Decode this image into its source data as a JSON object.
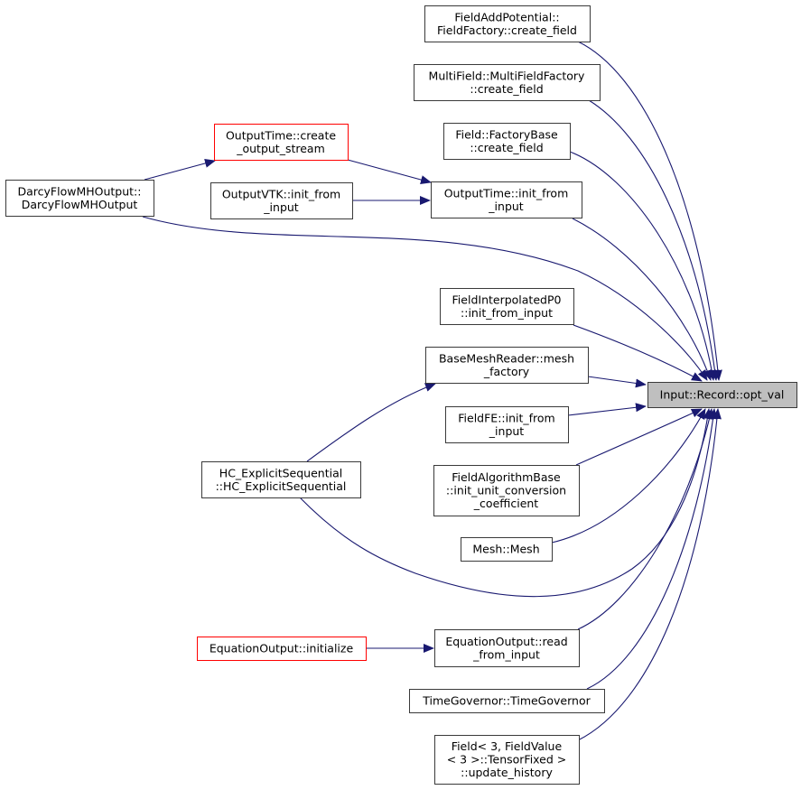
{
  "graph": {
    "title": "Input::Record::opt_val caller graph",
    "edge_color": "#191970",
    "target": {
      "id": "t",
      "lines": [
        "Input::Record::opt_val"
      ]
    },
    "nodes": [
      {
        "id": "n1",
        "lines": [
          "FieldAddPotential::",
          "FieldFactory::create_field"
        ],
        "style": "normal"
      },
      {
        "id": "n2",
        "lines": [
          "MultiField::MultiFieldFactory",
          "::create_field"
        ],
        "style": "normal"
      },
      {
        "id": "n3",
        "lines": [
          "Field::FactoryBase",
          "::create_field"
        ],
        "style": "normal"
      },
      {
        "id": "n4",
        "lines": [
          "OutputTime::init_from",
          "_input"
        ],
        "style": "normal"
      },
      {
        "id": "n5",
        "lines": [
          "OutputTime::create",
          "_output_stream"
        ],
        "style": "truncated"
      },
      {
        "id": "n6",
        "lines": [
          "OutputVTK::init_from",
          "_input"
        ],
        "style": "normal"
      },
      {
        "id": "n7",
        "lines": [
          "DarcyFlowMHOutput::",
          "DarcyFlowMHOutput"
        ],
        "style": "normal"
      },
      {
        "id": "n8",
        "lines": [
          "FieldInterpolatedP0",
          "::init_from_input"
        ],
        "style": "normal"
      },
      {
        "id": "n9",
        "lines": [
          "BaseMeshReader::mesh",
          "_factory"
        ],
        "style": "normal"
      },
      {
        "id": "n10",
        "lines": [
          "FieldFE::init_from",
          "_input"
        ],
        "style": "normal"
      },
      {
        "id": "n11",
        "lines": [
          "FieldAlgorithmBase",
          "::init_unit_conversion",
          "_coefficient"
        ],
        "style": "normal"
      },
      {
        "id": "n12",
        "lines": [
          "Mesh::Mesh"
        ],
        "style": "normal"
      },
      {
        "id": "n13",
        "lines": [
          "HC_ExplicitSequential",
          "::HC_ExplicitSequential"
        ],
        "style": "normal"
      },
      {
        "id": "n14",
        "lines": [
          "EquationOutput::read",
          "_from_input"
        ],
        "style": "normal"
      },
      {
        "id": "n15",
        "lines": [
          "EquationOutput::initialize"
        ],
        "style": "truncated"
      },
      {
        "id": "n16",
        "lines": [
          "TimeGovernor::TimeGovernor"
        ],
        "style": "normal"
      },
      {
        "id": "n17",
        "lines": [
          "Field< 3, FieldValue",
          "< 3 >::TensorFixed >",
          "::update_history"
        ],
        "style": "normal"
      }
    ],
    "edges": [
      {
        "from": "n1",
        "to": "t"
      },
      {
        "from": "n2",
        "to": "t"
      },
      {
        "from": "n3",
        "to": "t"
      },
      {
        "from": "n4",
        "to": "t"
      },
      {
        "from": "n7",
        "to": "t"
      },
      {
        "from": "n8",
        "to": "t"
      },
      {
        "from": "n9",
        "to": "t"
      },
      {
        "from": "n10",
        "to": "t"
      },
      {
        "from": "n11",
        "to": "t"
      },
      {
        "from": "n12",
        "to": "t"
      },
      {
        "from": "n13",
        "to": "t"
      },
      {
        "from": "n14",
        "to": "t"
      },
      {
        "from": "n16",
        "to": "t"
      },
      {
        "from": "n17",
        "to": "t"
      },
      {
        "from": "n5",
        "to": "n4"
      },
      {
        "from": "n6",
        "to": "n4"
      },
      {
        "from": "n7",
        "to": "n5"
      },
      {
        "from": "n13",
        "to": "n9"
      },
      {
        "from": "n15",
        "to": "n14"
      }
    ]
  }
}
